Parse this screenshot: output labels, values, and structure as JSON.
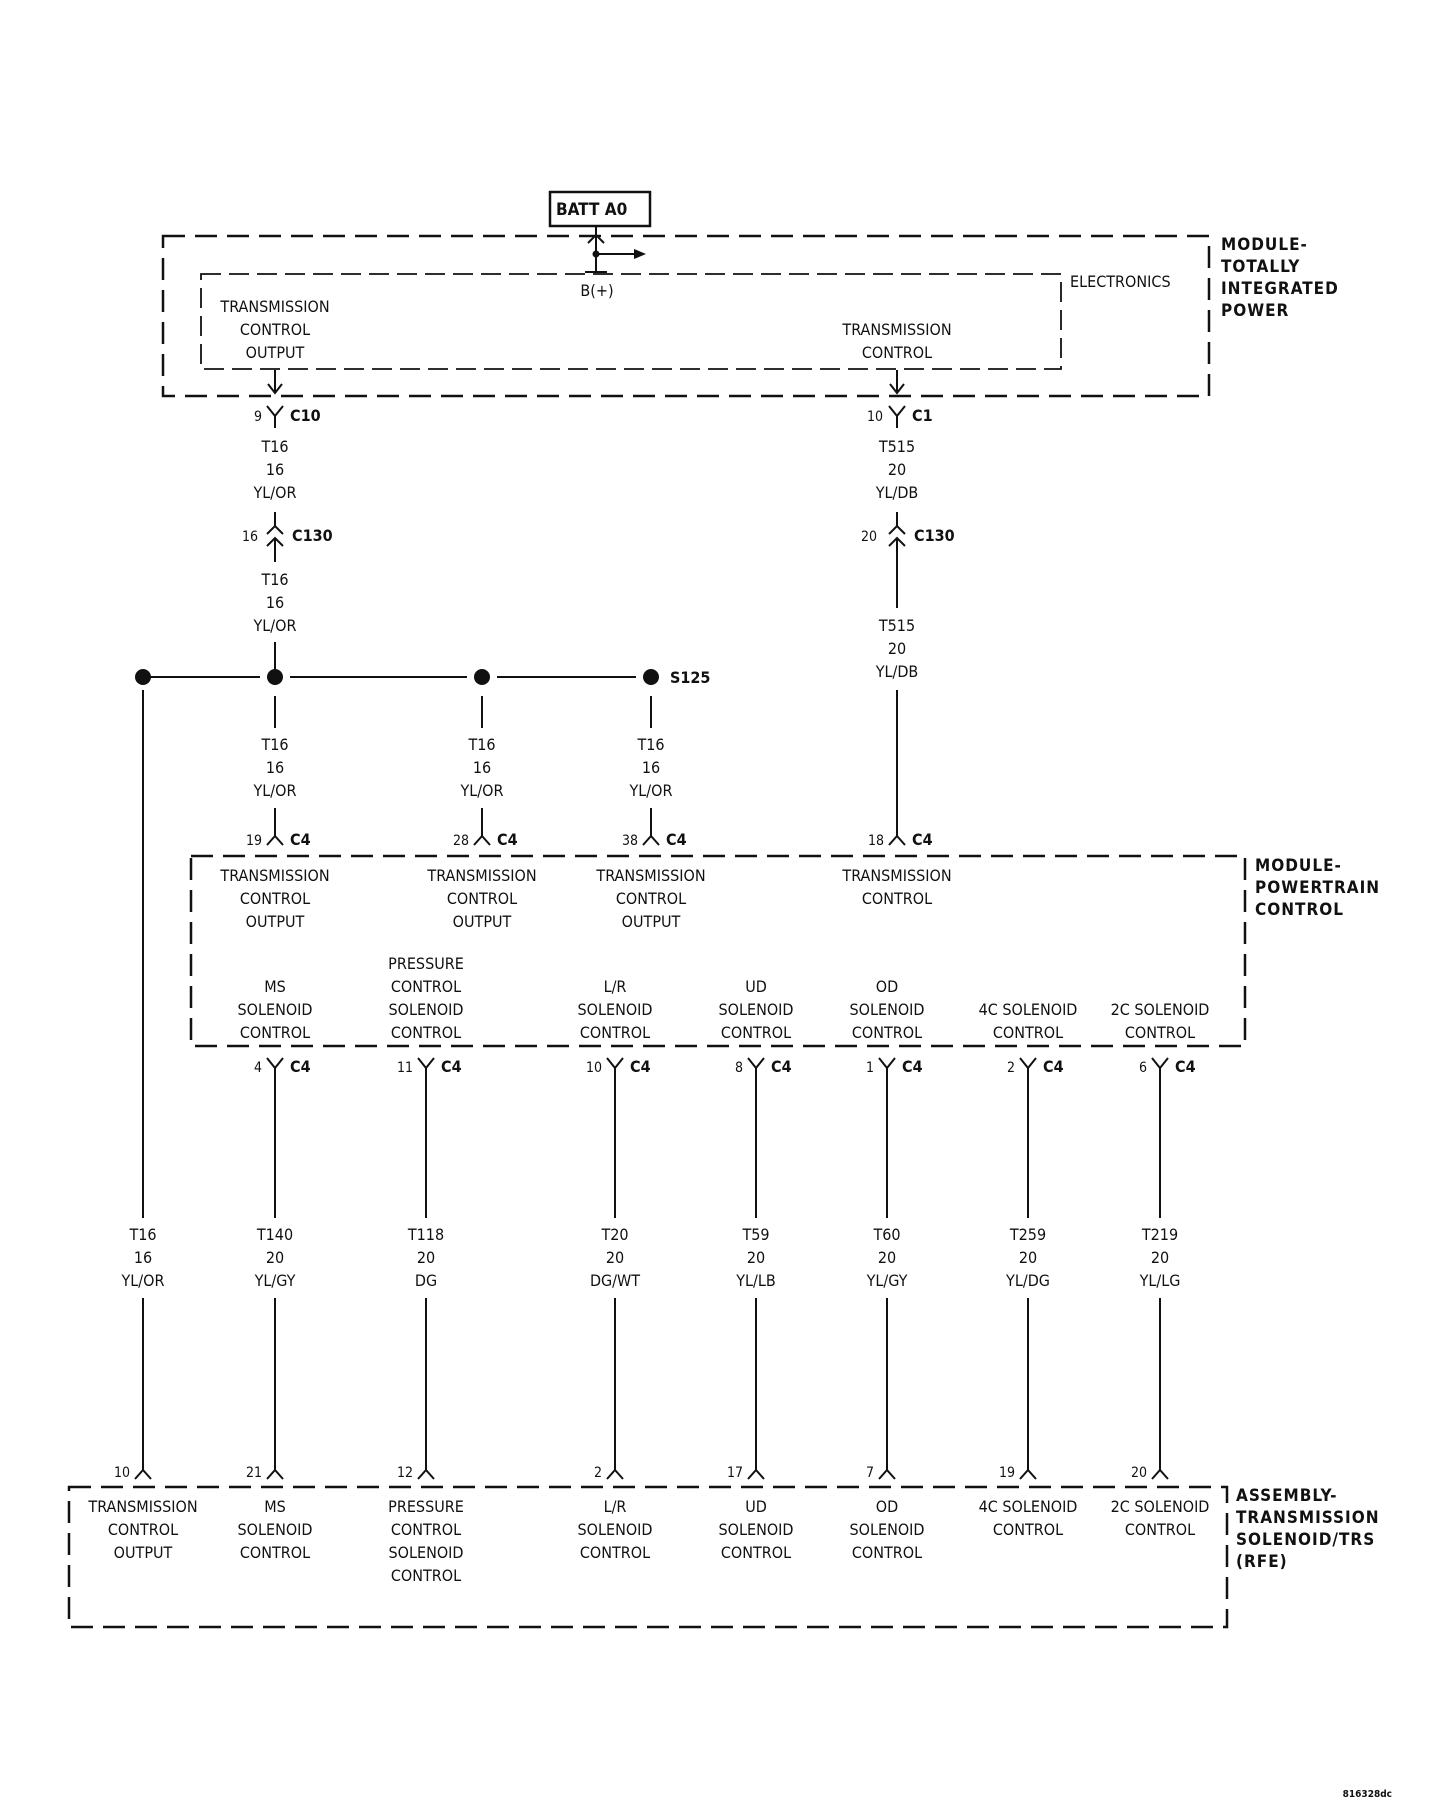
{
  "batt": "BATT A0",
  "tipm": {
    "title": [
      "MODULE-",
      "TOTALLY",
      "INTEGRATED",
      "POWER"
    ],
    "electronics": "ELECTRONICS",
    "bplus": "B(+)",
    "out_left": [
      "TRANSMISSION",
      "CONTROL",
      "OUTPUT"
    ],
    "out_right": [
      "TRANSMISSION",
      "CONTROL"
    ]
  },
  "connectors": {
    "c10_pin": "9",
    "c10": "C10",
    "c1_pin": "10",
    "c1": "C1",
    "c130_left_pin": "16",
    "c130_right_pin": "20",
    "c130": "C130",
    "s125": "S125",
    "c4": "C4"
  },
  "wires": {
    "t16": [
      "T16",
      "16",
      "YL/OR"
    ],
    "t515": [
      "T515",
      "20",
      "YL/DB"
    ]
  },
  "pcm": {
    "title": [
      "MODULE-",
      "POWERTRAIN",
      "CONTROL"
    ],
    "inputs": [
      {
        "pin": "19",
        "lines": [
          "TRANSMISSION",
          "CONTROL",
          "OUTPUT"
        ]
      },
      {
        "pin": "28",
        "lines": [
          "TRANSMISSION",
          "CONTROL",
          "OUTPUT"
        ]
      },
      {
        "pin": "38",
        "lines": [
          "TRANSMISSION",
          "CONTROL",
          "OUTPUT"
        ]
      },
      {
        "pin": "18",
        "lines": [
          "TRANSMISSION",
          "CONTROL"
        ]
      }
    ],
    "outputs": [
      {
        "pin": "4",
        "lines": [
          "MS",
          "SOLENOID",
          "CONTROL"
        ]
      },
      {
        "pin": "11",
        "lines": [
          "PRESSURE",
          "CONTROL",
          "SOLENOID",
          "CONTROL"
        ]
      },
      {
        "pin": "10",
        "lines": [
          "L/R",
          "SOLENOID",
          "CONTROL"
        ]
      },
      {
        "pin": "8",
        "lines": [
          "UD",
          "SOLENOID",
          "CONTROL"
        ]
      },
      {
        "pin": "1",
        "lines": [
          "OD",
          "SOLENOID",
          "CONTROL"
        ]
      },
      {
        "pin": "2",
        "lines": [
          "4C SOLENOID",
          "CONTROL"
        ]
      },
      {
        "pin": "6",
        "lines": [
          "2C SOLENOID",
          "CONTROL"
        ]
      }
    ]
  },
  "output_wires": [
    [
      "T16",
      "16",
      "YL/OR"
    ],
    [
      "T140",
      "20",
      "YL/GY"
    ],
    [
      "T118",
      "20",
      "DG"
    ],
    [
      "T20",
      "20",
      "DG/WT"
    ],
    [
      "T59",
      "20",
      "YL/LB"
    ],
    [
      "T60",
      "20",
      "YL/GY"
    ],
    [
      "T259",
      "20",
      "YL/DG"
    ],
    [
      "T219",
      "20",
      "YL/LG"
    ]
  ],
  "assembly": {
    "title": [
      "ASSEMBLY-",
      "TRANSMISSION",
      "SOLENOID/TRS",
      "(RFE)"
    ],
    "pins": [
      {
        "pin": "10",
        "lines": [
          "TRANSMISSION",
          "CONTROL",
          "OUTPUT"
        ]
      },
      {
        "pin": "21",
        "lines": [
          "MS",
          "SOLENOID",
          "CONTROL"
        ]
      },
      {
        "pin": "12",
        "lines": [
          "PRESSURE",
          "CONTROL",
          "SOLENOID",
          "CONTROL"
        ]
      },
      {
        "pin": "2",
        "lines": [
          "L/R",
          "SOLENOID",
          "CONTROL"
        ]
      },
      {
        "pin": "17",
        "lines": [
          "UD",
          "SOLENOID",
          "CONTROL"
        ]
      },
      {
        "pin": "7",
        "lines": [
          "OD",
          "SOLENOID",
          "CONTROL"
        ]
      },
      {
        "pin": "19",
        "lines": [
          "4C SOLENOID",
          "CONTROL"
        ]
      },
      {
        "pin": "20",
        "lines": [
          "2C SOLENOID",
          "CONTROL"
        ]
      }
    ]
  },
  "footer_code": "816328dc"
}
